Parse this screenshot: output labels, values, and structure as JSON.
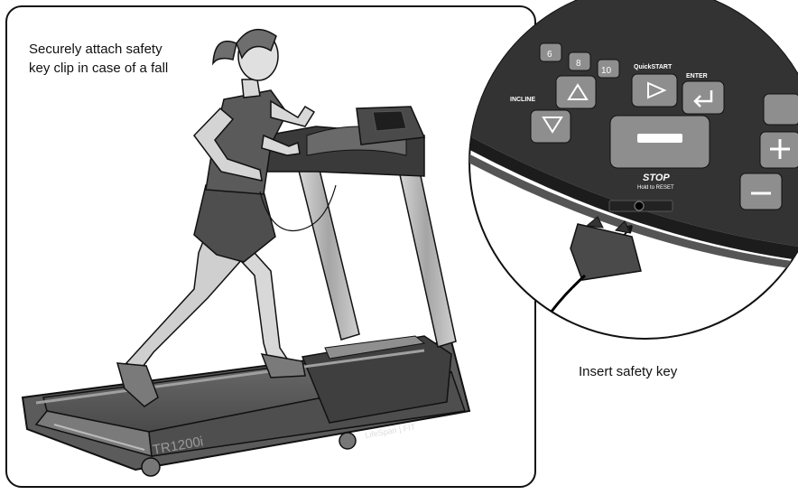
{
  "captions": {
    "main": "Securely attach safety\nkey clip in case of a fall",
    "side": "Insert safety key"
  },
  "treadmill": {
    "model_label": "TR1200i",
    "brand_label": "LifeSpan | FIT"
  },
  "console": {
    "speed_keys": [
      "6",
      "8",
      "10"
    ],
    "quickstart_label": "QuickSTART",
    "enter_label": "ENTER",
    "incline_label": "INCLINE",
    "stop_label": "STOP",
    "stop_sub_label": "Hold to RESET"
  },
  "colors": {
    "ink": "#111111",
    "panel": "#3a3a3a",
    "button": "#8e8e8e",
    "metal": "#b8b8b8"
  }
}
